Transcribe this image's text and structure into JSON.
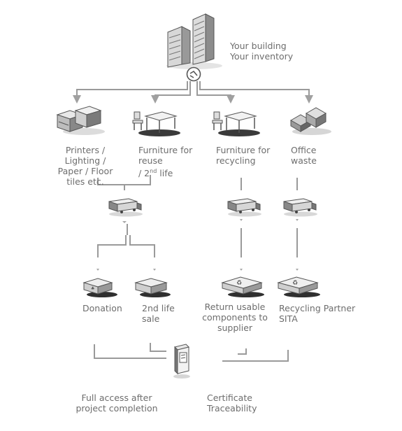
{
  "header": {
    "line1": "Your building",
    "line2": "Your inventory"
  },
  "categories": {
    "printers": "Printers /\nLighting /\nPaper / Floor\ntiles etc.",
    "furniture_reuse": "Furniture for\nreuse\n/ 2",
    "furniture_reuse_sup": "nd",
    "furniture_reuse_tail": " life",
    "furniture_recycling": "Furniture for\nrecycling",
    "office_waste": "Office\nwaste"
  },
  "destinations": {
    "donation": "Donation",
    "second_life_sale": "2nd life\nsale",
    "return_components": "Return usable\ncomponents to\nsupplier",
    "recycling_partner": "Recycling Partner\nSITA"
  },
  "footer": {
    "full_access": "Full access after\nproject completion",
    "certificate": "Certificate\nTraceability"
  }
}
